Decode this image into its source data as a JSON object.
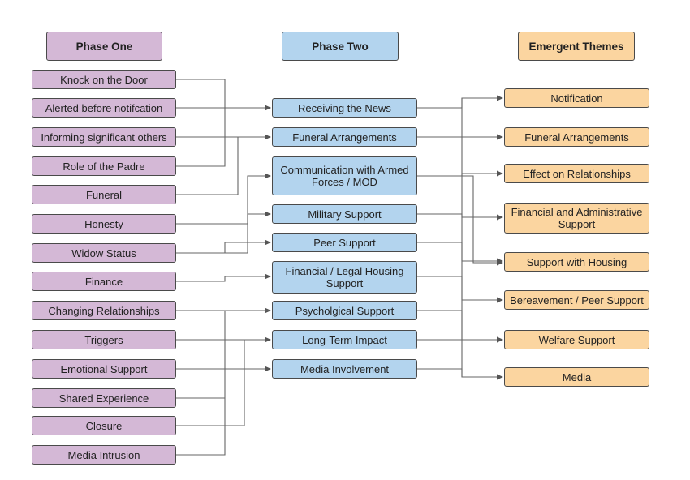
{
  "headers": {
    "phase_one": "Phase One",
    "phase_two": "Phase Two",
    "emergent_themes": "Emergent Themes"
  },
  "phase_one": [
    "Knock on the Door",
    "Alerted before notifcation",
    "Informing significant others",
    "Role of the Padre",
    "Funeral",
    "Honesty",
    "Widow Status",
    "Finance",
    "Changing Relationships",
    "Triggers",
    "Emotional Support",
    "Shared Experience",
    "Closure",
    "Media Intrusion"
  ],
  "phase_two": [
    "Receiving the News",
    "Funeral Arrangements",
    "Communication with Armed Forces / MOD",
    "Military Support",
    "Peer Support",
    "Financial / Legal Housing Support",
    "Psycholgical Support",
    "Long-Term Impact",
    "Media Involvement"
  ],
  "emergent_themes": [
    "Notification",
    "Funeral Arrangements",
    "Effect on Relationships",
    "Financial and Administrative Support",
    "Support with Housing",
    "Bereavement / Peer Support",
    "Welfare Support",
    "Media"
  ],
  "colors": {
    "phase_one_fill": "#d4b8d6",
    "phase_two_fill": "#b3d4ee",
    "themes_fill": "#fbd5a0",
    "border": "#4a4a4a",
    "connector": "#666666"
  }
}
